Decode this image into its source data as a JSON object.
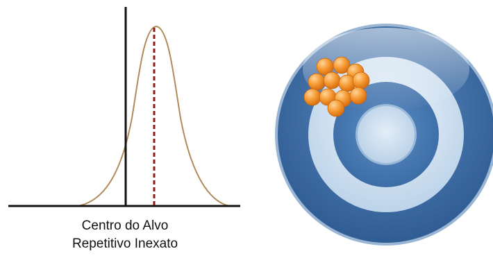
{
  "caption": {
    "line1": "Centro do Alvo",
    "line2": "Repetitivo Inexato"
  },
  "colors": {
    "bell_curve": "#b08a5a",
    "axis": "#111111",
    "mean_line": "#8b1a1a",
    "target_outer": "#3f6fa6",
    "target_light_ring": "#d7e6f3",
    "target_center": "#c9dcee",
    "shot": "#f08a24"
  },
  "target": {
    "shot_count": 12
  }
}
